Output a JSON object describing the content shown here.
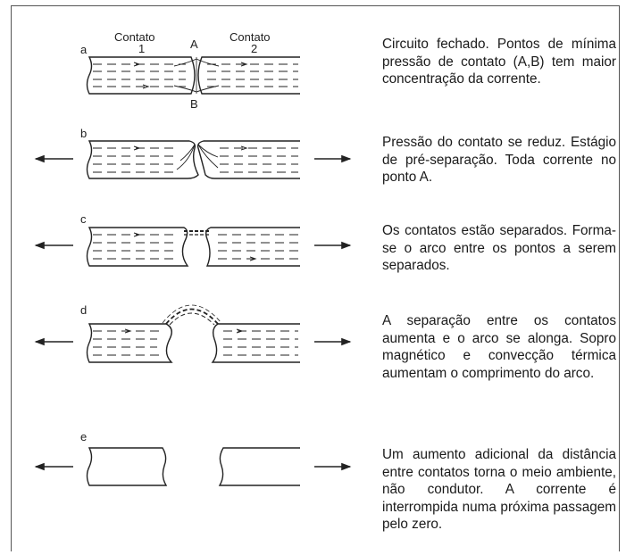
{
  "header": {
    "contact1_word": "Contato",
    "contact1_num": "1",
    "contact2_word": "Contato",
    "contact2_num": "2",
    "point_a": "A",
    "point_b": "B"
  },
  "stages": [
    {
      "letter": "a",
      "description": "Circuito fechado. Pontos de mínima pressão de contato (A,B) tem maior concentração da corrente."
    },
    {
      "letter": "b",
      "description": "Pressão do contato se reduz. Estágio de pré-separação. Toda corrente no ponto A."
    },
    {
      "letter": "c",
      "description": "Os contatos estão separados. Forma-se o arco entre os pontos a serem separados."
    },
    {
      "letter": "d",
      "description": "A separação entre os contatos aumenta e o arco se alonga. Sopro magnético e convecção térmica aumentam o comprimento do arco."
    },
    {
      "letter": "e",
      "description": "Um aumento adicional da distância entre contatos torna o meio ambiente, não condutor. A corrente é interrompida numa próxima passagem pelo zero."
    }
  ]
}
